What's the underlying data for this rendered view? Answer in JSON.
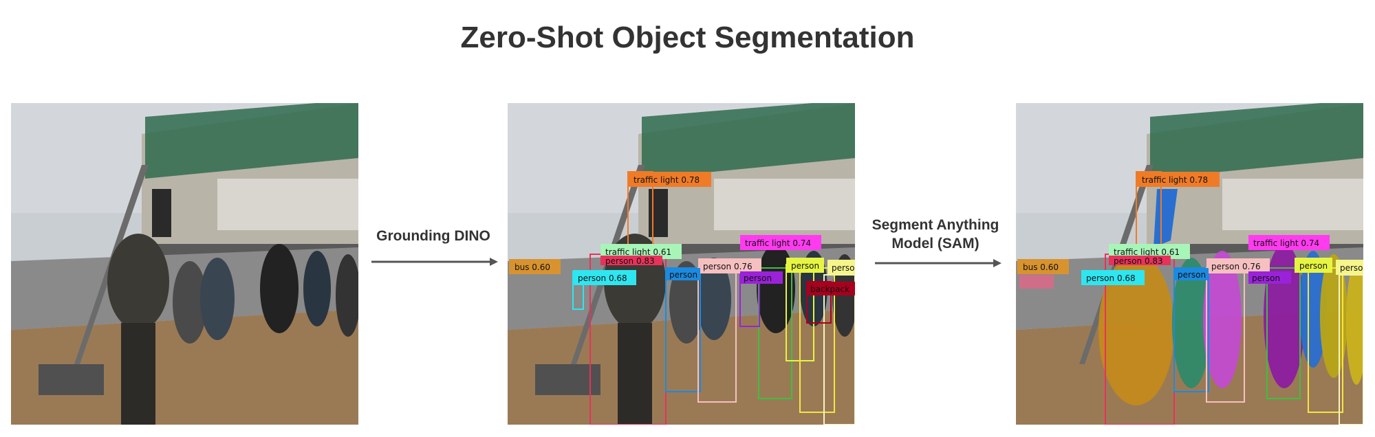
{
  "title": "Zero-Shot Object Segmentation",
  "stages": [
    {
      "label": "Grounding DINO"
    },
    {
      "label": "Segment Anything Model (SAM)"
    }
  ],
  "detections": [
    {
      "label": "traffic light 0.78",
      "color": "#f07b27"
    },
    {
      "label": "traffic light 0.61",
      "color": "#a8f5b8"
    },
    {
      "label": "traffic light 0.74",
      "color": "#ff3bf0"
    },
    {
      "label": "bus 0.60",
      "color": "#d8932f"
    },
    {
      "label": "person 0.83",
      "color": "#e8325a"
    },
    {
      "label": "person 0.68",
      "color": "#2ee6f0"
    },
    {
      "label": "person 0.76",
      "color": "#f7c0c0"
    },
    {
      "label": "person",
      "color": "#1a8be0"
    },
    {
      "label": "person",
      "color": "#e6f542"
    },
    {
      "label": "person",
      "color": "#9a22d8"
    },
    {
      "label": "person",
      "color": "#f5f58a"
    },
    {
      "label": "backpack",
      "color": "#a8001e"
    }
  ],
  "colors": {
    "title": "#333333",
    "arrow": "#555555",
    "sky": "#c9ced3",
    "building": "#b9b4a8",
    "scaffold": "#2f6b4f",
    "pavement": "#9a7a55",
    "road": "#8a8a8a"
  }
}
